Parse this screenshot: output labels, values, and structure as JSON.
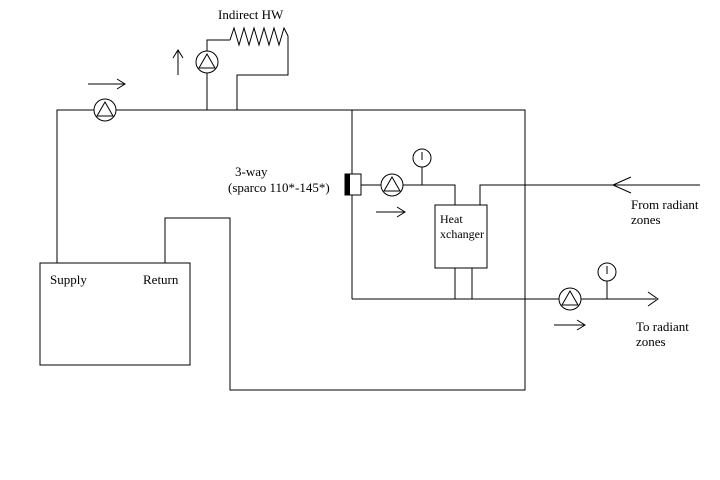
{
  "diagram": {
    "colors": {
      "line": "#000000",
      "background": "#ffffff"
    },
    "labels": {
      "indirect_hw": "Indirect HW",
      "three_way_1": "3-way",
      "three_way_2": "(sparco 110*-145*)",
      "heat_exchanger_1": "Heat",
      "heat_exchanger_2": "xchanger",
      "supply": "Supply",
      "return": "Return",
      "from_radiant_1": "From radiant",
      "from_radiant_2": "zones",
      "to_radiant_1": "To radiant",
      "to_radiant_2": "zones"
    },
    "icons": {
      "pump": "circle-with-up-triangle",
      "gauge": "circle-on-stem-with-needle",
      "three_way_valve": "rectangle-on-pipe",
      "indirect_coil": "zigzag-line",
      "flow_arrow": "open-arrowhead"
    }
  }
}
